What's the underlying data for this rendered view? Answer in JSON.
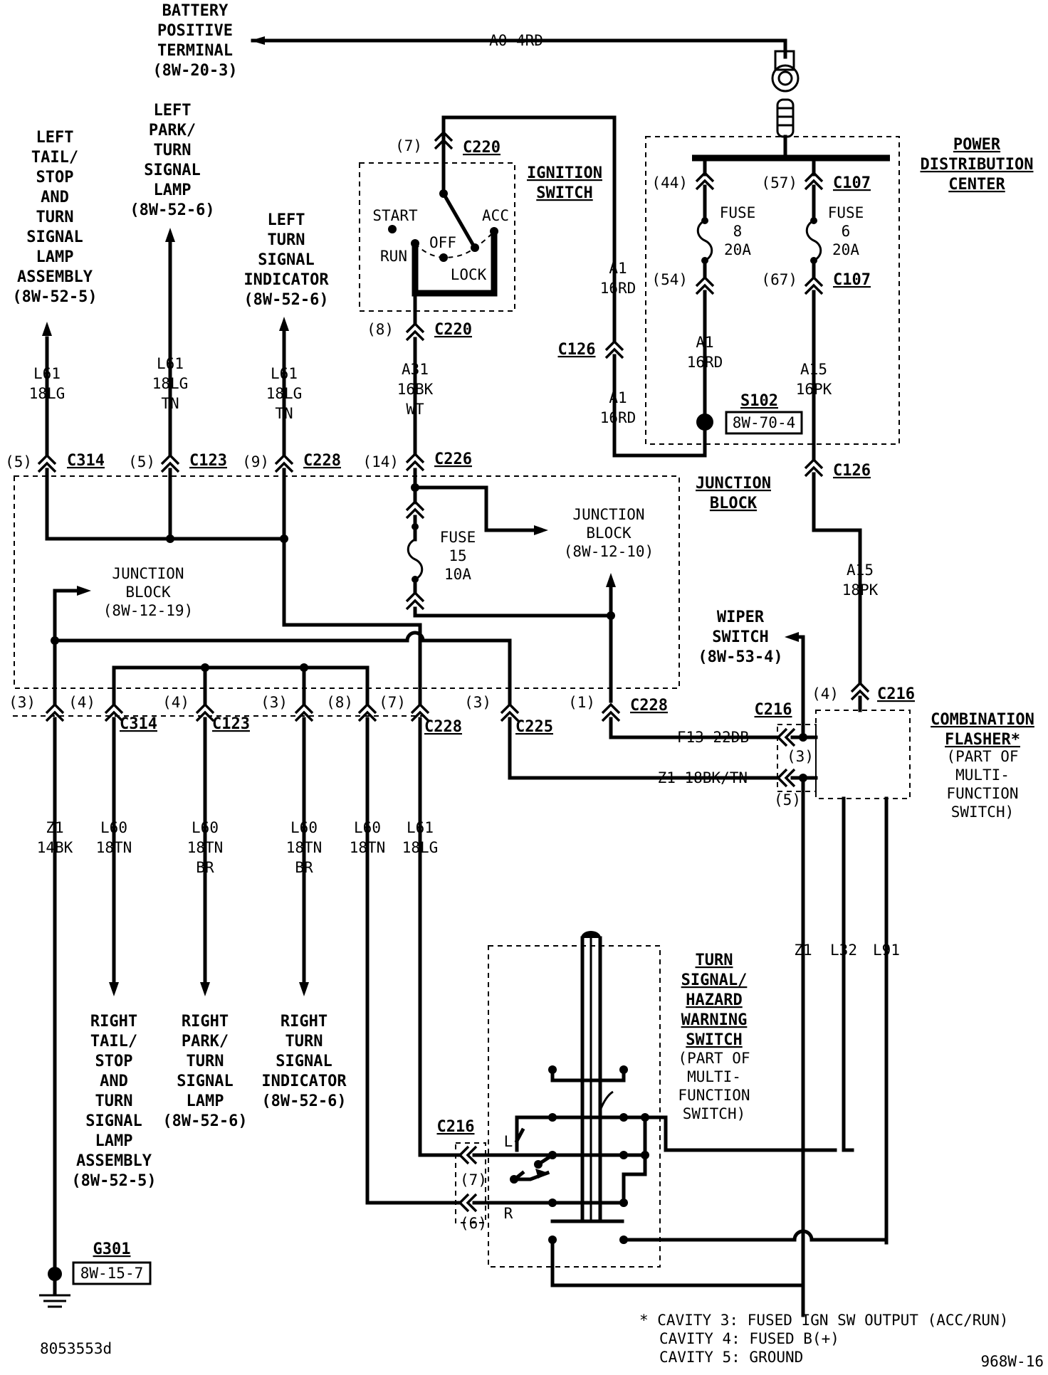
{
  "labels": {
    "battery": [
      "BATTERY",
      "POSITIVE",
      "TERMINAL",
      "(8W-20-3)"
    ],
    "wire_a0": "A0 4RD",
    "left_tail": [
      "LEFT",
      "TAIL/",
      "STOP",
      "AND",
      "TURN",
      "SIGNAL",
      "LAMP",
      "ASSEMBLY",
      "(8W-52-5)"
    ],
    "left_park": [
      "LEFT",
      "PARK/",
      "TURN",
      "SIGNAL",
      "LAMP",
      "(8W-52-6)"
    ],
    "left_ind": [
      "LEFT",
      "TURN",
      "SIGNAL",
      "INDICATOR",
      "(8W-52-6)"
    ],
    "ignition_switch": [
      "IGNITION",
      "SWITCH"
    ],
    "ign_positions": {
      "start": "START",
      "acc": "ACC",
      "off": "OFF",
      "run": "RUN",
      "lock": "LOCK"
    },
    "pdc": [
      "POWER",
      "DISTRIBUTION",
      "CENTER"
    ],
    "fuse8": [
      "FUSE",
      "8",
      "20A"
    ],
    "fuse6": [
      "FUSE",
      "6",
      "20A"
    ],
    "fuse15": [
      "FUSE",
      "15",
      "10A"
    ],
    "s102": "S102",
    "s102_ref": "8W-70-4",
    "junction_block": [
      "JUNCTION",
      "BLOCK"
    ],
    "jb_1210": [
      "JUNCTION",
      "BLOCK",
      "(8W-12-10)"
    ],
    "jb_1219": [
      "JUNCTION",
      "BLOCK",
      "(8W-12-19)"
    ],
    "wiper": [
      "WIPER",
      "SWITCH",
      "(8W-53-4)"
    ],
    "flasher_title": [
      "COMBINATION",
      "FLASHER*"
    ],
    "flasher_sub": [
      "(PART OF",
      "MULTI-",
      "FUNCTION",
      "SWITCH)"
    ],
    "turn_title": [
      "TURN",
      "SIGNAL/",
      "HAZARD",
      "WARNING",
      "SWITCH"
    ],
    "turn_sub": [
      "(PART OF",
      "MULTI-",
      "FUNCTION",
      "SWITCH)"
    ],
    "right_tail": [
      "RIGHT",
      "TAIL/",
      "STOP",
      "AND",
      "TURN",
      "SIGNAL",
      "LAMP",
      "ASSEMBLY",
      "(8W-52-5)"
    ],
    "right_park": [
      "RIGHT",
      "PARK/",
      "TURN",
      "SIGNAL",
      "LAMP",
      "(8W-52-6)"
    ],
    "right_ind": [
      "RIGHT",
      "TURN",
      "SIGNAL",
      "INDICATOR",
      "(8W-52-6)"
    ],
    "g301": "G301",
    "g301_ref": "8W-15-7",
    "doc_id": "8053553d",
    "page_id": "968W-16",
    "footnote": [
      "* CAVITY 3: FUSED IGN SW OUTPUT (ACC/RUN)",
      "CAVITY 4: FUSED B(+)",
      "CAVITY 5: GROUND"
    ],
    "turn_L": "L",
    "turn_R": "R"
  },
  "connectors": {
    "c220": "C220",
    "c107": "C107",
    "c126": "C126",
    "c314": "C314",
    "c123": "C123",
    "c228": "C228",
    "c226": "C226",
    "c216": "C216",
    "c225": "C225"
  },
  "pins": {
    "p7": "(7)",
    "p8": "(8)",
    "p44": "(44)",
    "p57": "(57)",
    "p54": "(54)",
    "p67": "(67)",
    "p5": "(5)",
    "p9": "(9)",
    "p14": "(14)",
    "p3": "(3)",
    "p4": "(4)",
    "p1": "(1)",
    "p6": "(6)"
  },
  "wires": {
    "l61_18lg": [
      "L61",
      "18LG"
    ],
    "l61_18lg_tn": [
      "L61",
      "18LG",
      "TN"
    ],
    "a31": [
      "A31",
      "16BK",
      "WT"
    ],
    "a1_16rd": [
      "A1",
      "16RD"
    ],
    "a15_16pk": [
      "A15",
      "16PK"
    ],
    "a15_18pk": [
      "A15",
      "18PK"
    ],
    "f13": "F13 22DB",
    "z1_18bktn": "Z1 18BK/TN",
    "z1_14bk": [
      "Z1",
      "14BK"
    ],
    "l60_18tn": [
      "L60",
      "18TN"
    ],
    "l60_18tn_br": [
      "L60",
      "18TN",
      "BR"
    ],
    "z1": "Z1",
    "l32": "L32",
    "l91": "L91"
  }
}
